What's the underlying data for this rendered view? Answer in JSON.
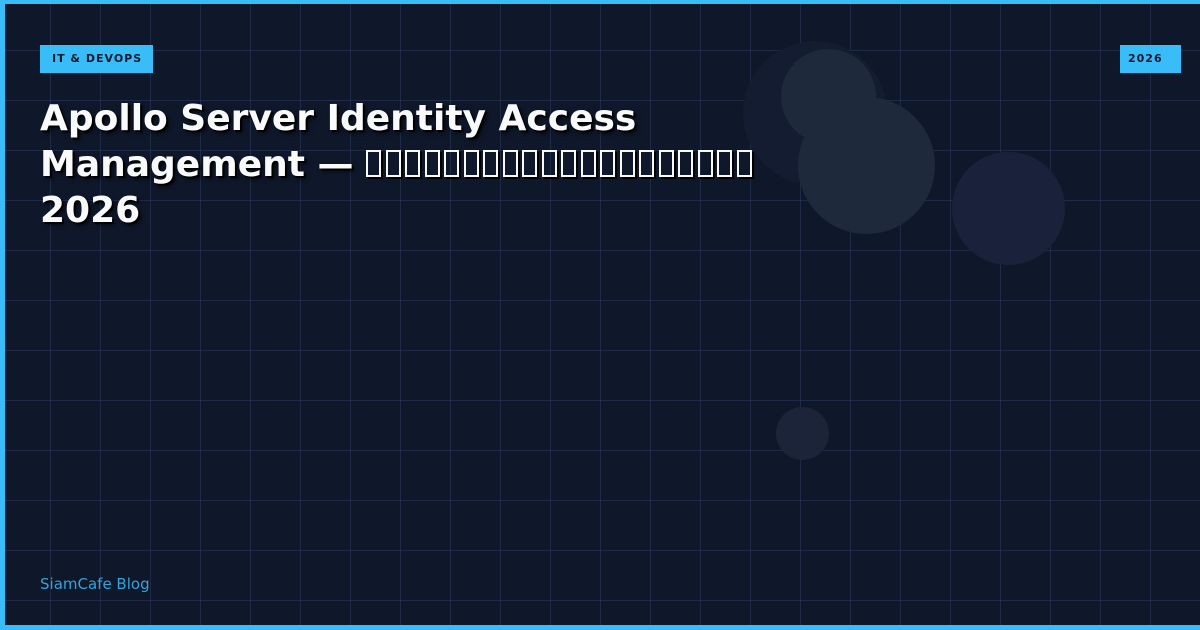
{
  "card": {
    "category_badge": "IT & DEVOPS",
    "year_badge": "2026",
    "title": {
      "line1": "Apollo Server Identity Access",
      "line2_prefix": "Management — ",
      "line2_missing_glyph_count": 20,
      "line3": "2026"
    },
    "footer": "SiamCafe Blog"
  },
  "colors": {
    "background": "#0f172a",
    "accent": "#38bdf8",
    "title_text": "#f8fafc",
    "circle": "#1e293b"
  }
}
